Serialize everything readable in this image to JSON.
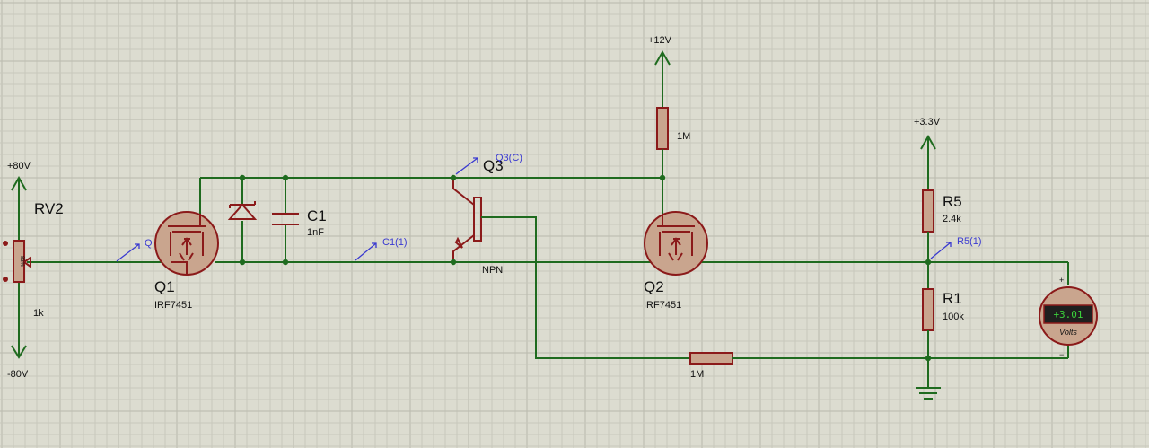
{
  "supplies": {
    "plus80": "+80V",
    "minus80": "-80V",
    "plus12": "+12V",
    "plus3v3": "+3.3V"
  },
  "components": {
    "rv2": {
      "ref": "RV2",
      "value": "1k",
      "body_text": "83%"
    },
    "q1": {
      "ref": "Q1",
      "value": "IRF7451"
    },
    "c1": {
      "ref": "C1",
      "value": "1nF"
    },
    "q3": {
      "ref": "Q3",
      "value": "NPN"
    },
    "r_1m_top": {
      "value": "1M"
    },
    "q2": {
      "ref": "Q2",
      "value": "IRF7451"
    },
    "r5": {
      "ref": "R5",
      "value": "2.4k"
    },
    "r1": {
      "ref": "R1",
      "value": "100k"
    },
    "r_1m_bottom": {
      "value": "1M"
    }
  },
  "probes": {
    "q": "Q",
    "c1_1": "C1(1)",
    "q3_c": "Q3(C)",
    "r5_1": "R5(1)"
  },
  "voltmeter": {
    "readout": "+3.01",
    "unit": "Volts",
    "plus": "+",
    "minus": "−"
  },
  "colors": {
    "wire": "#1f6b1f",
    "component": "#8b1a1a",
    "probe": "#3a3ad0",
    "background": "#dcdcd0"
  }
}
